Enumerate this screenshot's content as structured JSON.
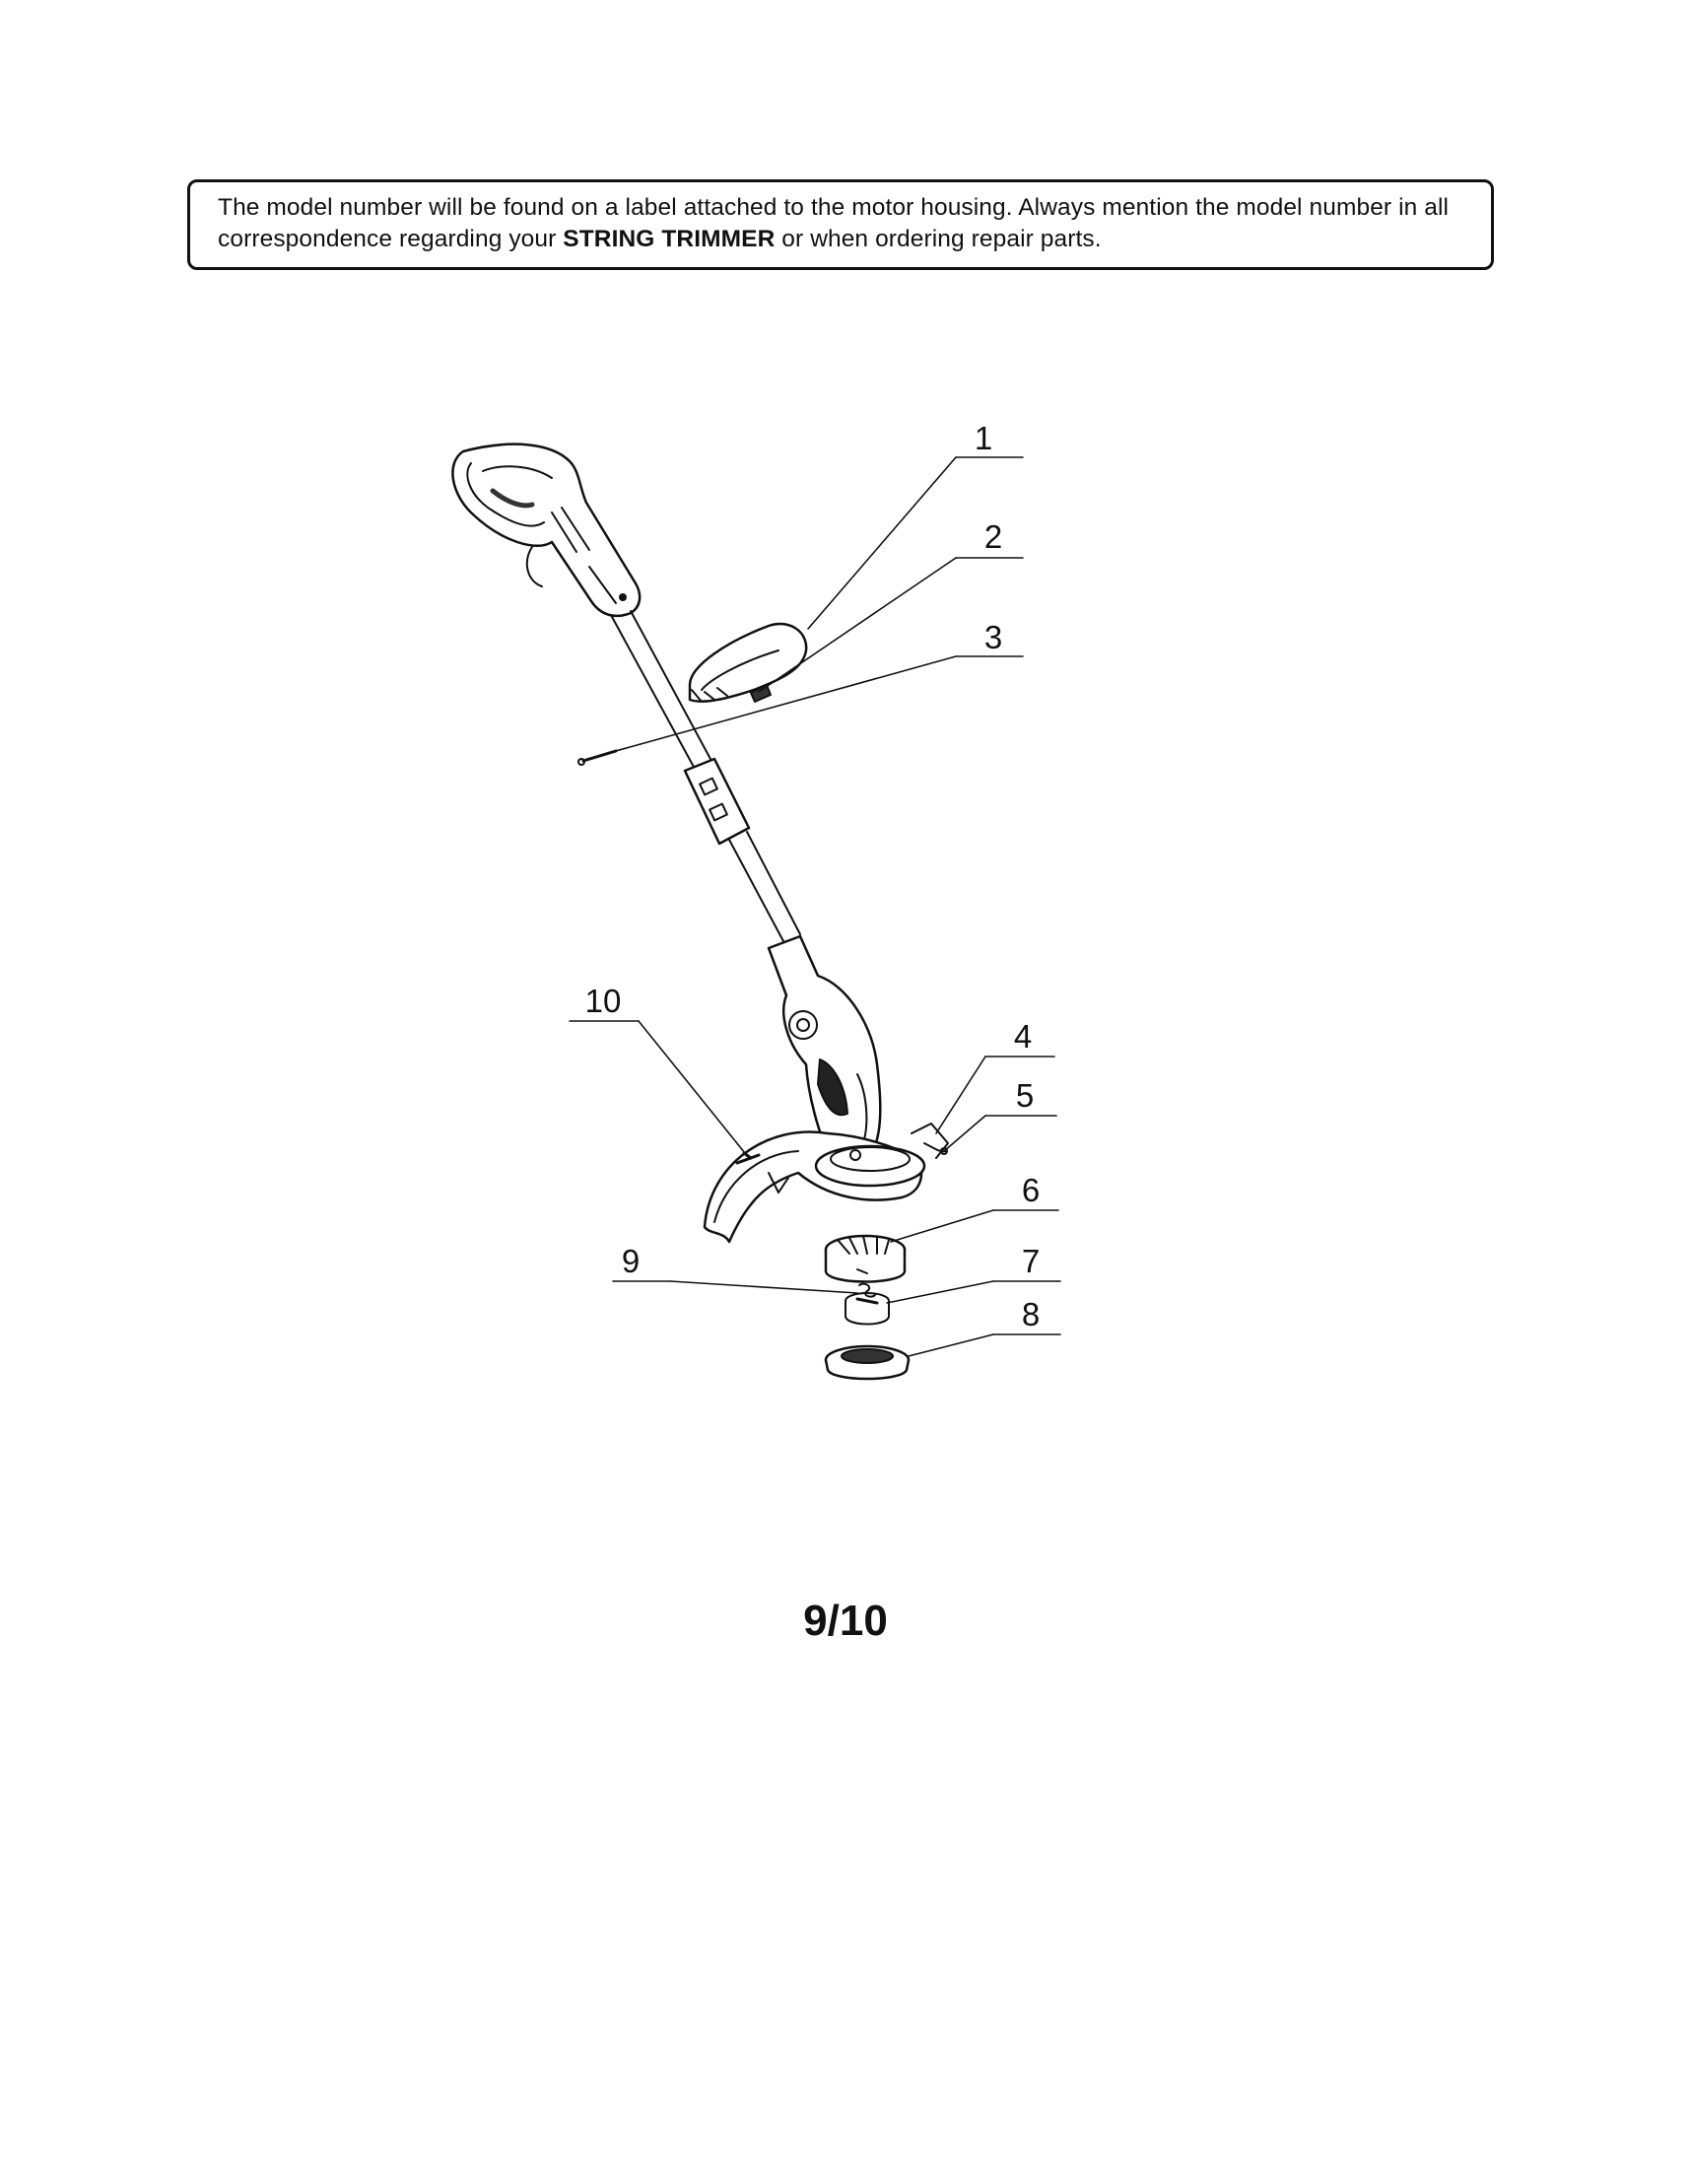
{
  "notice": {
    "text_before": "The model number will be found on a label attached to the motor housing. Always mention the model number in all correspondence regarding your ",
    "product_name": "STRING TRIMMER",
    "text_after": " or when ordering repair parts."
  },
  "callouts": {
    "c1": "1",
    "c2": "2",
    "c3": "3",
    "c4": "4",
    "c5": "5",
    "c6": "6",
    "c7": "7",
    "c8": "8",
    "c9": "9",
    "c10": "10"
  },
  "page_number": "9/10"
}
